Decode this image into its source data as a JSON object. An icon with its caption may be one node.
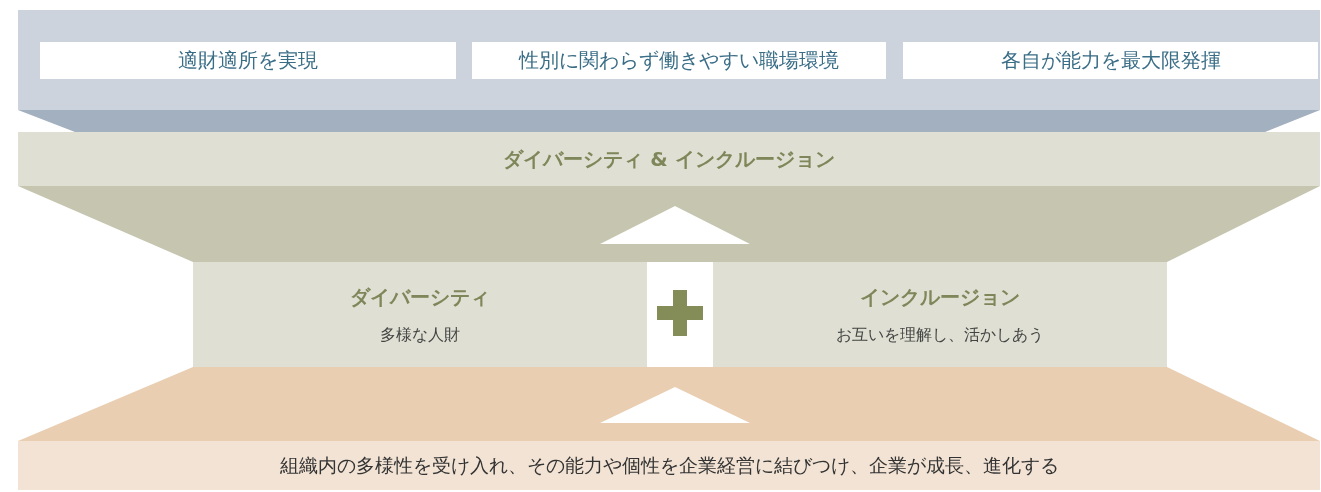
{
  "diagram": {
    "nodes": [
      {
        "text": [],
        "shape": "box"
      },
      {
        "text": [
          "適財適所を実現"
        ],
        "in": 0
      },
      {
        "text": [
          "性別に関わらず働きやすい職場環境"
        ],
        "in": 0
      },
      {
        "text": [
          "各自が能力を最大限発揮"
        ],
        "in": 0
      },
      {
        "text": [
          "ダイバーシティ & インクルージョン"
        ]
      },
      {
        "text": [
          "ダイバーシティ",
          "多様な人財"
        ]
      },
      {
        "text": [
          "インクルージョン",
          "お互いを理解し、活かしあう"
        ]
      },
      {
        "text": [
          "組織内の多様性を受け入れ、その能力や個性を企業経営に結びつけ、企業が成長、進化する"
        ]
      }
    ],
    "edges": [
      {
        "from": 7,
        "to": 5,
        "arrow": "to"
      },
      {
        "from": 7,
        "to": 6,
        "arrow": "to"
      },
      {
        "from": 5,
        "to": 4,
        "arrow": "to"
      },
      {
        "from": 6,
        "to": 4,
        "arrow": "to"
      }
    ]
  }
}
